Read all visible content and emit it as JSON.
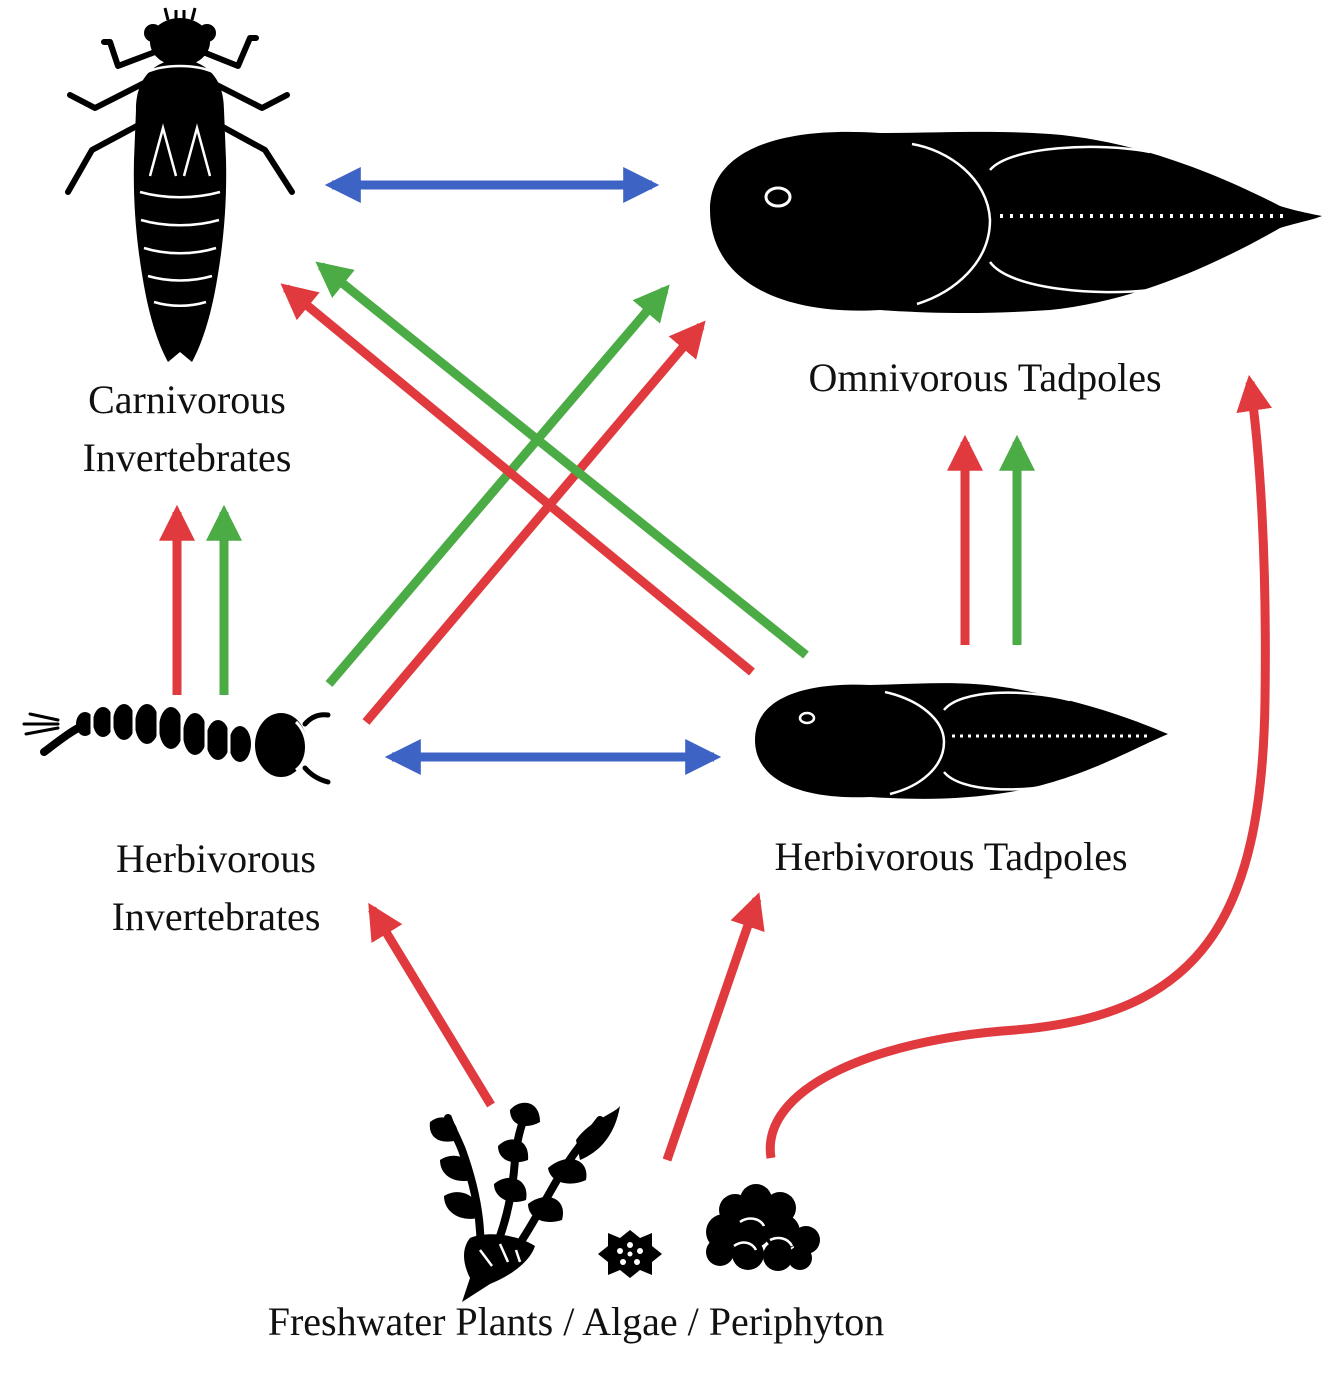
{
  "nodes": {
    "carnivorous_invertebrates": {
      "lines": [
        "Carnivorous",
        "Invertebrates"
      ],
      "icon": "dragonfly-nymph-icon"
    },
    "omnivorous_tadpoles": {
      "lines": [
        "Omnivorous Tadpoles"
      ],
      "icon": "large-tadpole-icon"
    },
    "herbivorous_invertebrates": {
      "lines": [
        "Herbivorous",
        "Invertebrates"
      ],
      "icon": "midge-larva-icon"
    },
    "herbivorous_tadpoles": {
      "lines": [
        "Herbivorous Tadpoles"
      ],
      "icon": "small-tadpole-icon"
    },
    "producers": {
      "lines": [
        "Freshwater Plants / Algae / Periphyton"
      ],
      "icons": [
        "plant-icon",
        "algae-icon",
        "periphyton-icon"
      ]
    }
  },
  "colors": {
    "red": "#e03a3e",
    "green": "#4bab45",
    "blue": "#3d63c4",
    "silhouette": "#000000"
  },
  "edges": [
    {
      "from": "carnivorous_invertebrates",
      "to": "omnivorous_tadpoles",
      "color": "blue",
      "style": "double-headed"
    },
    {
      "from": "herbivorous_invertebrates",
      "to": "herbivorous_tadpoles",
      "color": "blue",
      "style": "double-headed"
    },
    {
      "from": "herbivorous_invertebrates",
      "to": "carnivorous_invertebrates",
      "color": "red"
    },
    {
      "from": "herbivorous_invertebrates",
      "to": "carnivorous_invertebrates",
      "color": "green"
    },
    {
      "from": "herbivorous_tadpoles",
      "to": "omnivorous_tadpoles",
      "color": "red"
    },
    {
      "from": "herbivorous_tadpoles",
      "to": "omnivorous_tadpoles",
      "color": "green"
    },
    {
      "from": "herbivorous_invertebrates",
      "to": "omnivorous_tadpoles",
      "color": "green"
    },
    {
      "from": "herbivorous_invertebrates",
      "to": "omnivorous_tadpoles",
      "color": "red"
    },
    {
      "from": "herbivorous_tadpoles",
      "to": "carnivorous_invertebrates",
      "color": "red"
    },
    {
      "from": "herbivorous_tadpoles",
      "to": "carnivorous_invertebrates",
      "color": "green"
    },
    {
      "from": "producers",
      "to": "herbivorous_invertebrates",
      "color": "red"
    },
    {
      "from": "producers",
      "to": "herbivorous_tadpoles",
      "color": "red"
    },
    {
      "from": "producers",
      "to": "omnivorous_tadpoles",
      "color": "red",
      "style": "curved"
    }
  ]
}
